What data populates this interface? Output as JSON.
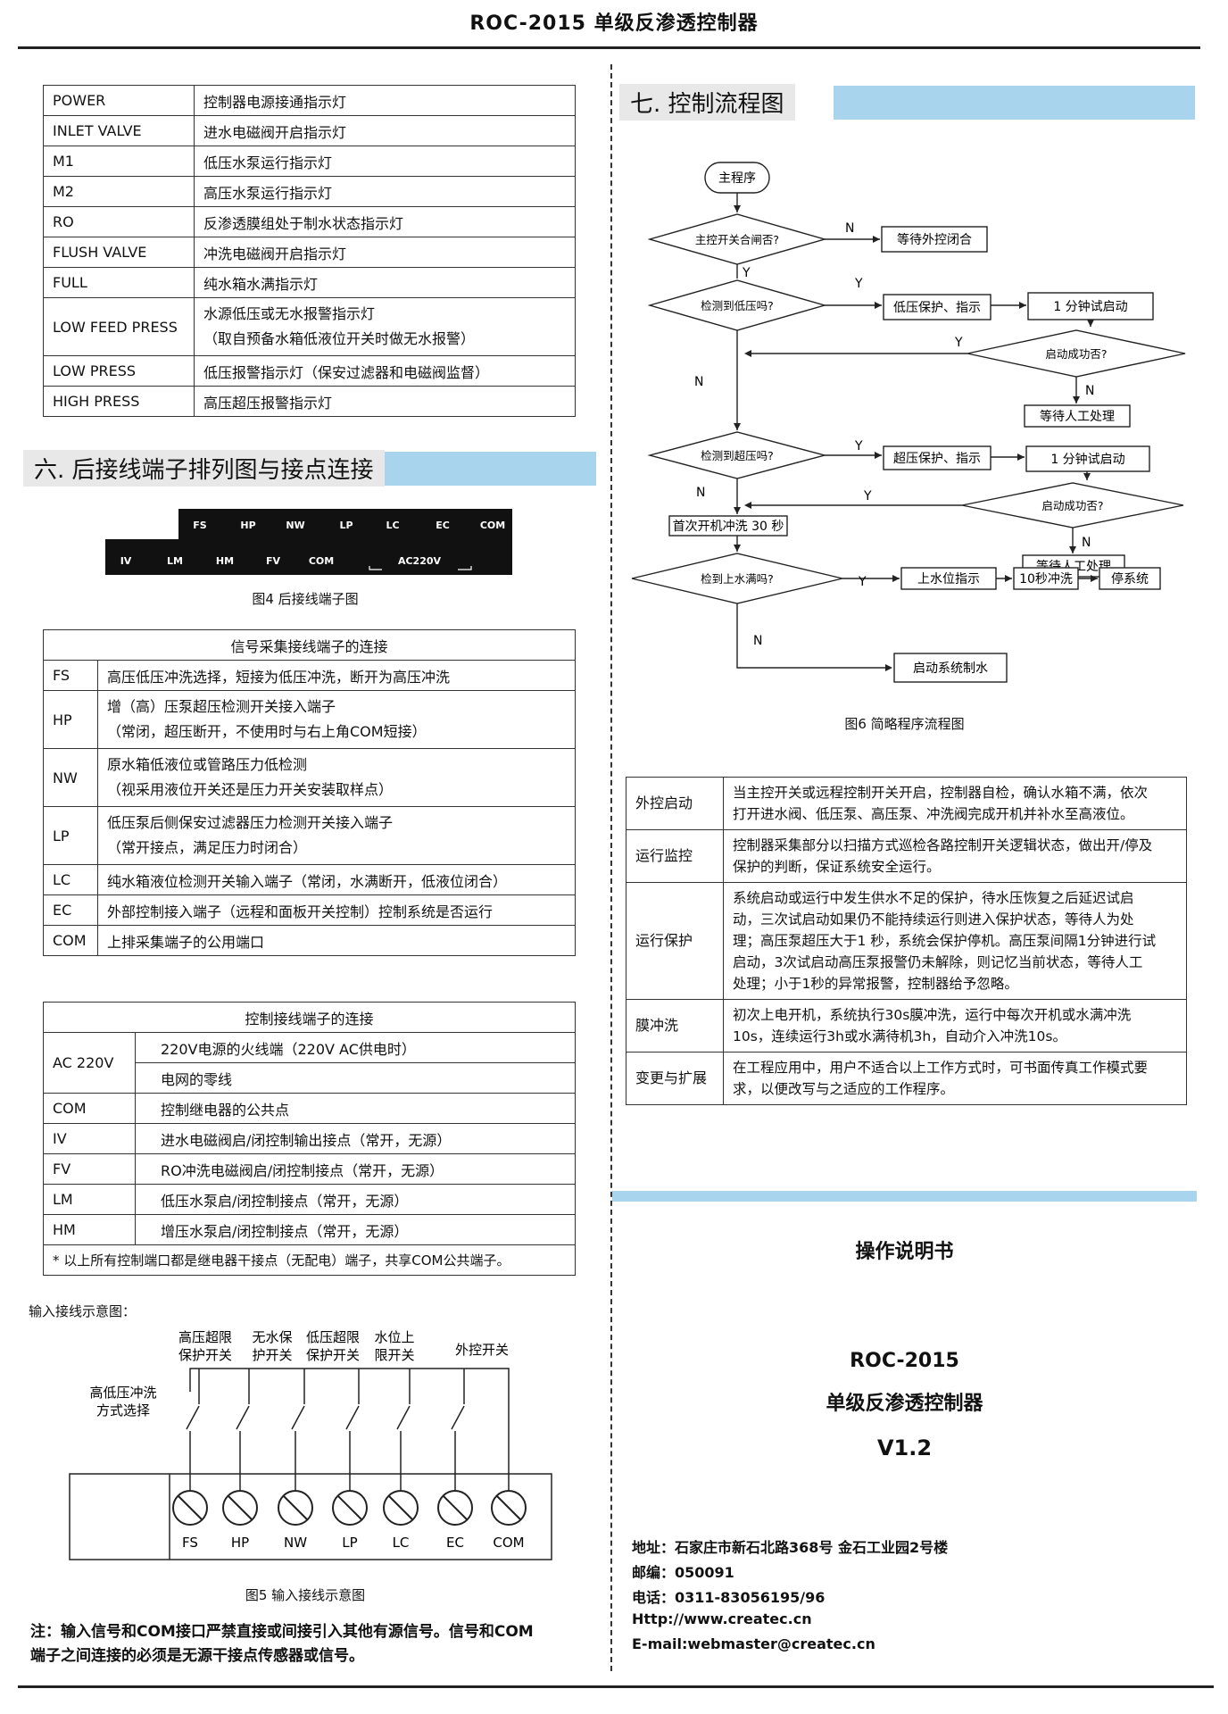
{
  "doc_title": "ROC-2015 单级反渗透控制器",
  "indicator_table": [
    {
      "key": "POWER",
      "desc": [
        "控制器电源接通指示灯"
      ]
    },
    {
      "key": "INLET VALVE",
      "desc": [
        "进水电磁阀开启指示灯"
      ]
    },
    {
      "key": "M1",
      "desc": [
        "低压水泵运行指示灯"
      ]
    },
    {
      "key": "M2",
      "desc": [
        "高压水泵运行指示灯"
      ]
    },
    {
      "key": "RO",
      "desc": [
        "反渗透膜组处于制水状态指示灯"
      ]
    },
    {
      "key": "FLUSH VALVE",
      "desc": [
        "冲洗电磁阀开启指示灯"
      ]
    },
    {
      "key": "FULL",
      "desc": [
        "纯水箱水满指示灯"
      ]
    },
    {
      "key": "LOW FEED PRESS",
      "desc": [
        "水源低压或无水报警指示灯",
        "（取自预备水箱低液位开关时做无水报警）"
      ]
    },
    {
      "key": "LOW PRESS",
      "desc": [
        "低压报警指示灯（保安过滤器和电磁阀监督）"
      ]
    },
    {
      "key": "HIGH PRESS",
      "desc": [
        "高压超压报警指示灯"
      ]
    }
  ],
  "section6_title": "六. 后接线端子排列图与接点连接",
  "terminal_top_labels": [
    "FS",
    "HP",
    "NW",
    "LP",
    "LC",
    "EC",
    "COM"
  ],
  "terminal_bottom_labels": [
    "IV",
    "LM",
    "HM",
    "FV",
    "COM",
    "AC220V"
  ],
  "fig4_caption": "图4 后接线端子图",
  "signal_table": {
    "header": "信号采集接线端子的连接",
    "rows": [
      {
        "key": "FS",
        "desc": [
          "高压低压冲洗选择，短接为低压冲洗，断开为高压冲洗"
        ]
      },
      {
        "key": "HP",
        "desc": [
          "增（高）压泵超压检测开关接入端子",
          "（常闭，超压断开，不使用时与右上角COM短接）"
        ]
      },
      {
        "key": "NW",
        "desc": [
          "原水箱低液位或管路压力低检测",
          "（视采用液位开关还是压力开关安装取样点）"
        ]
      },
      {
        "key": "LP",
        "desc": [
          "低压泵后侧保安过滤器压力检测开关接入端子",
          "（常开接点，满足压力时闭合）"
        ]
      },
      {
        "key": "LC",
        "desc": [
          "纯水箱液位检测开关输入端子（常闭，水满断开，低液位闭合）"
        ]
      },
      {
        "key": "EC",
        "desc": [
          "外部控制接入端子（远程和面板开关控制）控制系统是否运行"
        ]
      },
      {
        "key": "COM",
        "desc": [
          "上排采集端子的公用端口"
        ]
      }
    ]
  },
  "control_table": {
    "header": "控制接线端子的连接",
    "ac_key": "AC 220V",
    "ac_rows": [
      "220V电源的火线端（220V AC供电时）",
      "电网的零线"
    ],
    "rows": [
      {
        "key": "COM",
        "desc": "控制继电器的公共点"
      },
      {
        "key": "IV",
        "desc": "进水电磁阀启/闭控制输出接点（常开，无源）"
      },
      {
        "key": "FV",
        "desc": "RO冲洗电磁阀启/闭控制接点（常开，无源）"
      },
      {
        "key": "LM",
        "desc": "低压水泵启/闭控制接点（常开，无源）"
      },
      {
        "key": "HM",
        "desc": "增压水泵启/闭控制接点（常开，无源）"
      }
    ],
    "note": "* 以上所有控制端口都是继电器干接点（无配电）端子，共享COM公共端子。"
  },
  "input_wiring_title": "输入接线示意图：",
  "wiring_labels": {
    "mode_select": [
      "高低压冲洗",
      "方式选择"
    ],
    "hp_switch": [
      "高压超限",
      "保护开关"
    ],
    "nw_switch": [
      "无水保",
      "护开关"
    ],
    "lp_switch": [
      "低压超限",
      "保护开关"
    ],
    "lc_switch": [
      "水位上",
      "限开关"
    ],
    "ec_switch": "外控开关",
    "terminals": [
      "FS",
      "HP",
      "NW",
      "LP",
      "LC",
      "EC",
      "COM"
    ]
  },
  "fig5_caption": "图5 输入接线示意图",
  "warning_text": [
    "注：输入信号和COM接口严禁直接或间接引入其他有源信号。信号和COM",
    "端子之间连接的必须是无源干接点传感器或信号。"
  ],
  "section7_title": "七. 控制流程图",
  "flow": {
    "main": "主程序",
    "d1": "主控开关合闸否?",
    "wait_ext": "等待外控闭合",
    "d2": "检测到低压吗?",
    "low_protect": "低压保护、指示",
    "retry1": "1 分钟试启动",
    "d3": "启动成功否?",
    "manual1": "等待人工处理",
    "d4": "检测到超压吗?",
    "high_protect": "超压保护、指示",
    "retry2": "1 分钟试启动",
    "d5": "启动成功否?",
    "manual2": "等待人工处理",
    "first_flush": "首次开机冲洗 30 秒",
    "d6": "检到上水满吗?",
    "level_ind": "上水位指示",
    "flush10": "10秒冲洗",
    "stop": "停系统",
    "start_prod": "启动系统制水",
    "y": "Y",
    "n": "N"
  },
  "fig6_caption": "图6 简略程序流程图",
  "info_table": [
    {
      "key": "外控启动",
      "desc": [
        "当主控开关或远程控制开关开启，控制器自检，确认水箱不满，依次",
        "打开进水阀、低压泵、高压泵、冲洗阀完成开机并补水至高液位。"
      ]
    },
    {
      "key": "运行监控",
      "desc": [
        "控制器采集部分以扫描方式巡检各路控制开关逻辑状态，做出开/停及",
        "保护的判断，保证系统安全运行。"
      ]
    },
    {
      "key": "运行保护",
      "desc": [
        "系统启动或运行中发生供水不足的保护，待水压恢复之后延迟试启",
        "动，三次试启动如果仍不能持续运行则进入保护状态，等待人为处",
        "理；高压泵超压大于1 秒，系统会保护停机。高压泵间隔1分钟进行试",
        "启动，3次试启动高压泵报警仍未解除，则记忆当前状态，等待人工",
        "处理；小于1秒的异常报警，控制器给予忽略。"
      ]
    },
    {
      "key": "膜冲洗",
      "desc": [
        "初次上电开机，系统执行30s膜冲洗，运行中每次开机或水满冲洗",
        "10s，连续运行3h或水满待机3h，自动介入冲洗10s。"
      ]
    },
    {
      "key": "变更与扩展",
      "desc": [
        "在工程应用中，用户不适合以上工作方式时，可书面传真工作模式要",
        "求，以便改写与之适应的工作程序。"
      ]
    }
  ],
  "manual_title": "操作说明书",
  "product_model": "ROC-2015",
  "product_name": "单级反渗透控制器",
  "product_version": "V1.2",
  "contact": {
    "address": "地址：石家庄市新石北路368号 金石工业园2号楼",
    "postcode": "邮编：050091",
    "phone": "电话：0311-83056195/96",
    "web": "Http://www.createc.cn",
    "email": "E-mail:webmaster@createc.cn"
  }
}
